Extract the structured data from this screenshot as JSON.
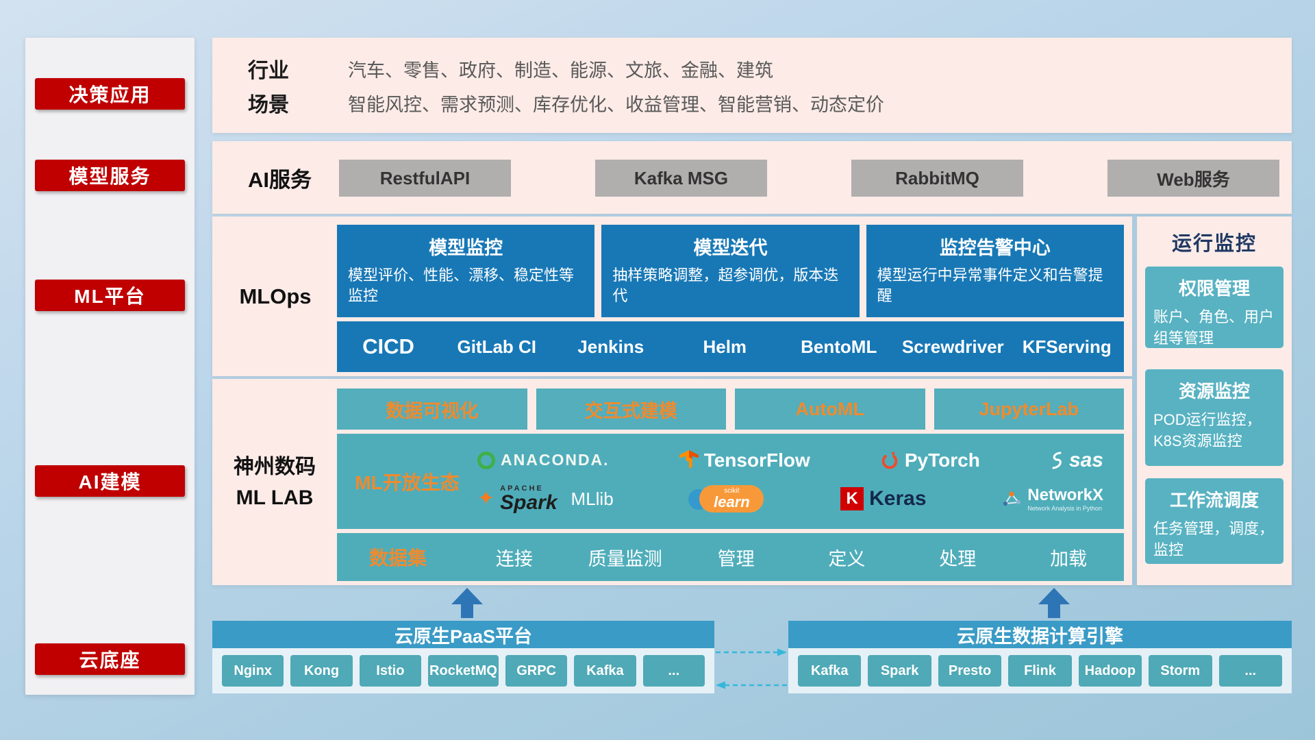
{
  "sidebar": {
    "items": [
      "决策应用",
      "模型服务",
      "ML平台",
      "AI建模",
      "云底座"
    ]
  },
  "industry": {
    "rows": [
      {
        "label": "行业",
        "text": "汽车、零售、政府、制造、能源、文旅、金融、建筑"
      },
      {
        "label": "场景",
        "text": "智能风控、需求预测、库存优化、收益管理、智能营销、动态定价"
      }
    ]
  },
  "ai_service": {
    "label": "AI服务",
    "buttons": [
      "RestfulAPI",
      "Kafka MSG",
      "RabbitMQ",
      "Web服务"
    ]
  },
  "mlops": {
    "label": "MLOps",
    "cards": [
      {
        "title": "模型监控",
        "desc": "模型评价、性能、漂移、稳定性等监控"
      },
      {
        "title": "模型迭代",
        "desc": "抽样策略调整，超参调优，版本迭代"
      },
      {
        "title": "监控告警中心",
        "desc": "模型运行中异常事件定义和告警提醒"
      }
    ],
    "cicd_label": "CICD",
    "cicd_tools": [
      "GitLab CI",
      "Jenkins",
      "Helm",
      "BentoML",
      "Screwdriver",
      "KFServing"
    ]
  },
  "mllab": {
    "label_line1": "神州数码",
    "label_line2": "ML LAB",
    "top_buttons": [
      "数据可视化",
      "交互式建模",
      "AutoML",
      "JupyterLab"
    ],
    "ecosystem_label": "ML开放生态",
    "logos": {
      "anaconda": "ANACONDA.",
      "tensorflow": "TensorFlow",
      "pytorch": "PyTorch",
      "sas": "sas",
      "spark_apache": "APACHE",
      "spark": "Spark",
      "mllib": "MLlib",
      "scikit_top": "scikit",
      "scikit_main": "learn",
      "keras_k": "K",
      "keras": "Keras",
      "networkx": "NetworkX",
      "networkx_sub": "Network Analysis in Python"
    },
    "dataset_label": "数据集",
    "dataset_items": [
      "连接",
      "质量监测",
      "管理",
      "定义",
      "处理",
      "加载"
    ]
  },
  "monitor": {
    "title": "运行监控",
    "cards": [
      {
        "title": "权限管理",
        "desc": "账户、角色、用户组等管理"
      },
      {
        "title": "资源监控",
        "desc": "POD运行监控，K8S资源监控"
      },
      {
        "title": "工作流调度",
        "desc": "任务管理，调度，监控"
      }
    ]
  },
  "cloud": {
    "paas_title": "云原生PaaS平台",
    "paas_items": [
      "Nginx",
      "Kong",
      "Istio",
      "RocketMQ",
      "GRPC",
      "Kafka",
      "..."
    ],
    "engine_title": "云原生数据计算引擎",
    "engine_items": [
      "Kafka",
      "Spark",
      "Presto",
      "Flink",
      "Hadoop",
      "Storm",
      "..."
    ]
  },
  "colors": {
    "accent_red": "#c00000",
    "band_pink": "#fcebe7",
    "card_blue": "#1878b6",
    "teal": "#4fadba",
    "orange_text": "#ee8b2f",
    "monitor_teal": "#58b2c2",
    "bar_blue": "#3a9bc6",
    "chip_teal": "#4fa9b6",
    "arrow_blue": "#2e75b6"
  }
}
